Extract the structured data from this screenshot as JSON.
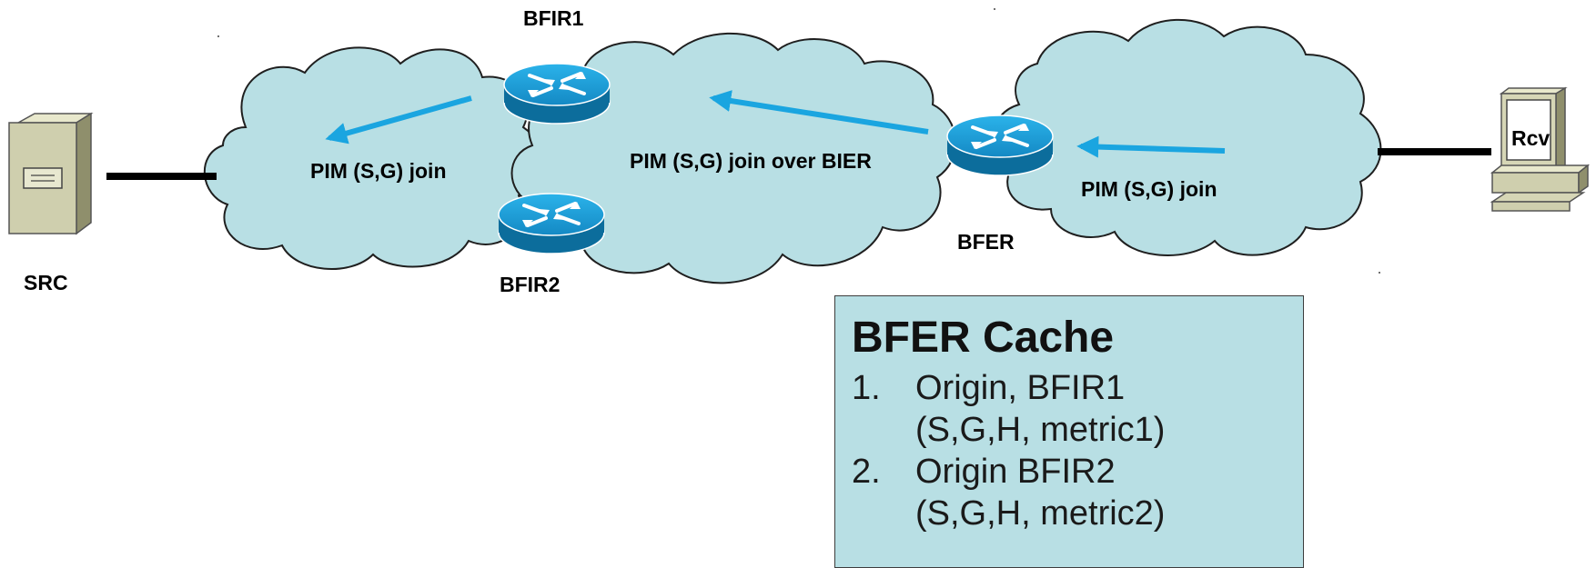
{
  "nodes": {
    "src": "SRC",
    "rcv": "Rcv",
    "bfir1": "BFIR1",
    "bfir2": "BFIR2",
    "bfer": "BFER"
  },
  "messages": {
    "left_join": "PIM (S,G) join",
    "center_join": "PIM (S,G) join over BIER",
    "right_join": "PIM (S,G) join"
  },
  "cache": {
    "title": "BFER Cache",
    "entries": [
      {
        "num": "1.",
        "line1": "Origin, BFIR1",
        "line2": "(S,G,H, metric1)"
      },
      {
        "num": "2.",
        "line1": "Origin BFIR2",
        "line2": "(S,G,H, metric2)"
      }
    ]
  },
  "colors": {
    "cloud_fill": "#b8dfe4",
    "cloud_stroke": "#1f1f1f",
    "arrow": "#1aa5e0",
    "router_top": "#1a9bd7",
    "router_side": "#0c6d9c",
    "link": "#000000"
  },
  "icons": [
    "server-icon",
    "router-icon",
    "pc-icon",
    "arrow-icon",
    "cloud-icon"
  ]
}
